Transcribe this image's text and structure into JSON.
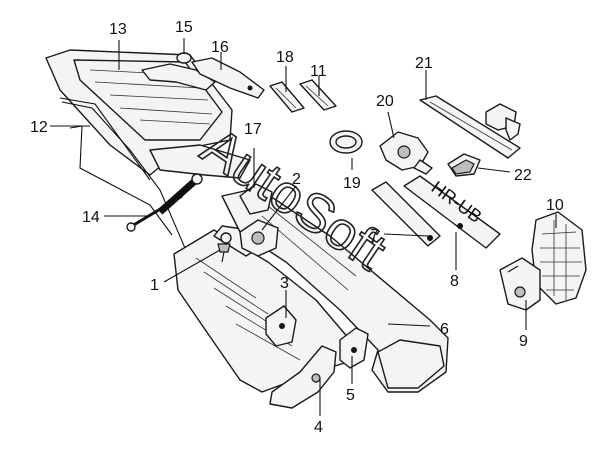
{
  "watermark": "AutoSoft",
  "plate_text": "HR-UB",
  "callouts": {
    "c1": "1",
    "c2": "2",
    "c3": "3",
    "c4": "4",
    "c5": "5",
    "c6": "6",
    "c7": "7",
    "c8": "8",
    "c9": "9",
    "c10": "10",
    "c11": "11",
    "c12": "12",
    "c13": "13",
    "c14": "14",
    "c15": "15",
    "c16": "16",
    "c17": "17",
    "c18": "18",
    "c19": "19",
    "c20": "20",
    "c21": "21",
    "c22": "22"
  }
}
